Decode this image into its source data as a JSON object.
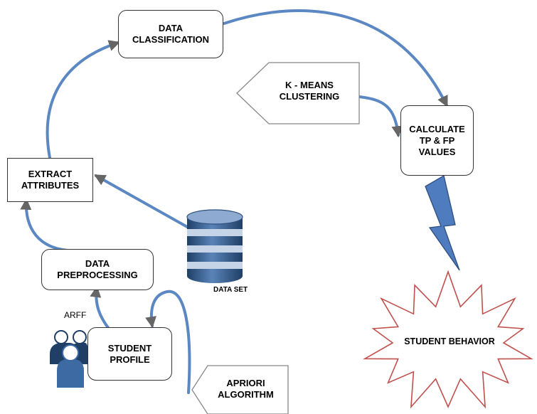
{
  "nodes": {
    "data_classification": [
      "DATA",
      "CLASSIFICATION"
    ],
    "kmeans": [
      "K - MEANS",
      "CLUSTERING"
    ],
    "calculate": [
      "CALCULATE",
      "TP & FP",
      "VALUES"
    ],
    "extract": [
      "EXTRACT",
      "ATTRIBUTES"
    ],
    "preprocessing": [
      "DATA",
      "PREPROCESSING"
    ],
    "student_profile": [
      "STUDENT",
      "PROFILE"
    ],
    "apriori": [
      "APRIORI",
      "ALGORITHM"
    ],
    "student_behavior": "STUDENT BEHAVIOR",
    "data_set": "DATA SET",
    "arff": "ARFF"
  },
  "icons": {
    "database": "database-cylinder-icon",
    "users": "users-group-icon",
    "lightning": "lightning-bolt-icon"
  },
  "colors": {
    "arrow": "#5b87c2",
    "arrow_edge": "#3a5f95",
    "burst": "#c0504d",
    "db_dark": "#2d527f",
    "db_light": "#c6d4e8"
  }
}
